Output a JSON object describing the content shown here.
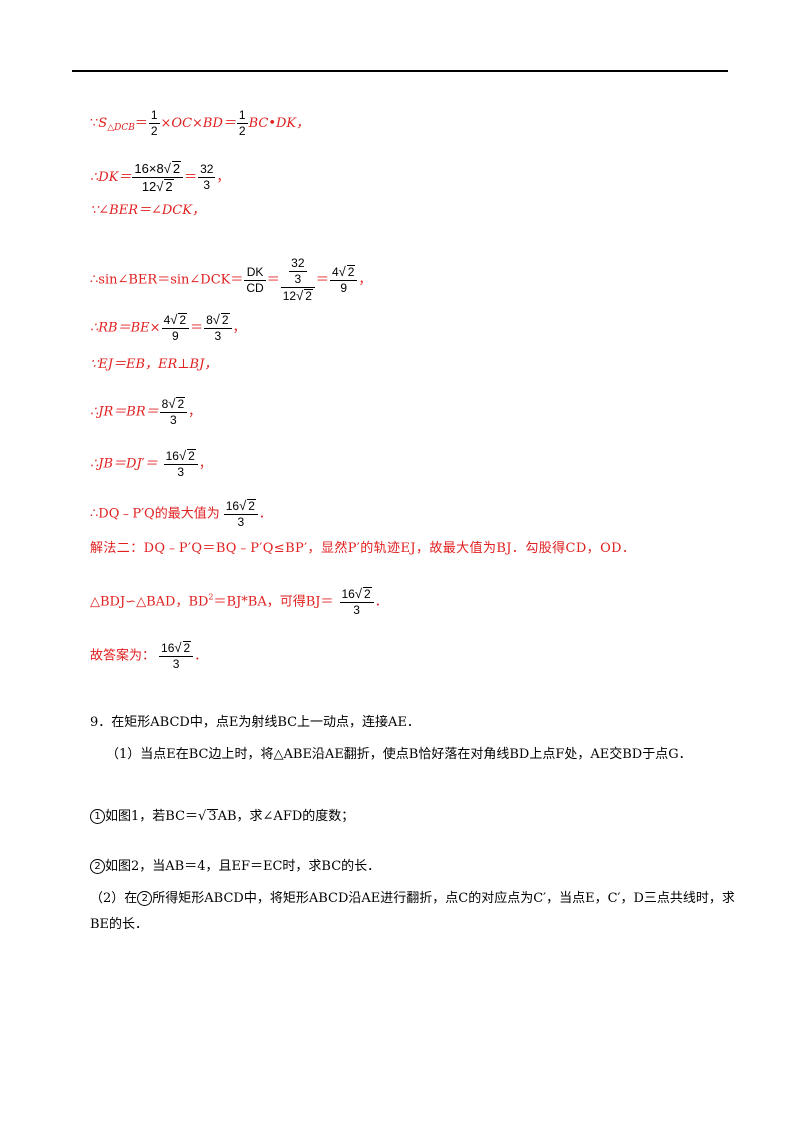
{
  "solution": {
    "l1": {
      "pre": "∵",
      "s": "S",
      "sub": "△DCB",
      "eq1": "＝",
      "f1n": "1",
      "f1d": "2",
      "mid": "×OC×BD＝",
      "f2n": "1",
      "f2d": "2",
      "post": "BC•DK，"
    },
    "l2": {
      "pre": "∴DK＝",
      "n": "16×8",
      "r1": "2",
      "d": "12",
      "r2": "2",
      "eq": "＝",
      "f2n": "32",
      "f2d": "3",
      "post": "，"
    },
    "l3": {
      "text": "∵∠BER＝∠DCK，"
    },
    "l4": {
      "pre": "∴sin∠BER＝sin∠DCK＝",
      "f1n": "DK",
      "f1d": "CD",
      "eq1": "＝",
      "innerN": "32",
      "innerD": "3",
      "d12": "12",
      "r": "2",
      "eq2": "＝",
      "f3n": "4",
      "f3r": "2",
      "f3d": "9",
      "post": "，"
    },
    "l5": {
      "pre": "∴RB＝BE×",
      "f1n": "4",
      "f1r": "2",
      "f1d": "9",
      "eq": "＝",
      "f2n": "8",
      "f2r": "2",
      "f2d": "3",
      "post": "，"
    },
    "l6": {
      "text": "∵EJ＝EB，ER⊥BJ，"
    },
    "l7": {
      "pre": "∴JR＝BR＝",
      "fn": "8",
      "fr": "2",
      "fd": "3",
      "post": "，"
    },
    "l8": {
      "pre": "∴JB＝DJ′＝",
      "fn": "16",
      "fr": "2",
      "fd": "3",
      "post": "，"
    },
    "l9": {
      "pre": "∴DQ﹣P′Q的最大值为",
      "fn": "16",
      "fr": "2",
      "fd": "3",
      "post": "．"
    },
    "l10": {
      "text": "解法二：DQ﹣P′Q＝BQ﹣P′Q≤BP′，显然P′的轨迹EJ，故最大值为BJ．勾股得CD，OD．"
    },
    "l11": {
      "pre": "△BDJ∽△BAD，BD",
      "sup": "2",
      "mid": "＝BJ*BA，可得BJ＝",
      "fn": "16",
      "fr": "2",
      "fd": "3",
      "post": "．"
    },
    "l12": {
      "pre": "故答案为：",
      "fn": "16",
      "fr": "2",
      "fd": "3",
      "post": "．"
    }
  },
  "question": {
    "q9": "9．在矩形ABCD中，点E为射线BC上一动点，连接AE．",
    "p1": "（1）当点E在BC边上时，将△ABE沿AE翻折，使点B恰好落在对角线BD上点F处，AE交BD于点G．",
    "s1": {
      "circle": "1",
      "pre": "如图1，若BC＝",
      "r": "3",
      "post": "AB，求∠AFD的度数；"
    },
    "s2": {
      "circle": "2",
      "text": "如图2，当AB＝4，且EF＝EC时，求BC的长．"
    },
    "p2": {
      "pre": "（2）在",
      "circle": "2",
      "post": "所得矩形ABCD中，将矩形ABCD沿AE进行翻折，点C的对应点为C′，当点E，C′，D三点共线时，求BE的长．"
    }
  },
  "colors": {
    "answer": "#e02020",
    "text": "#000000"
  }
}
